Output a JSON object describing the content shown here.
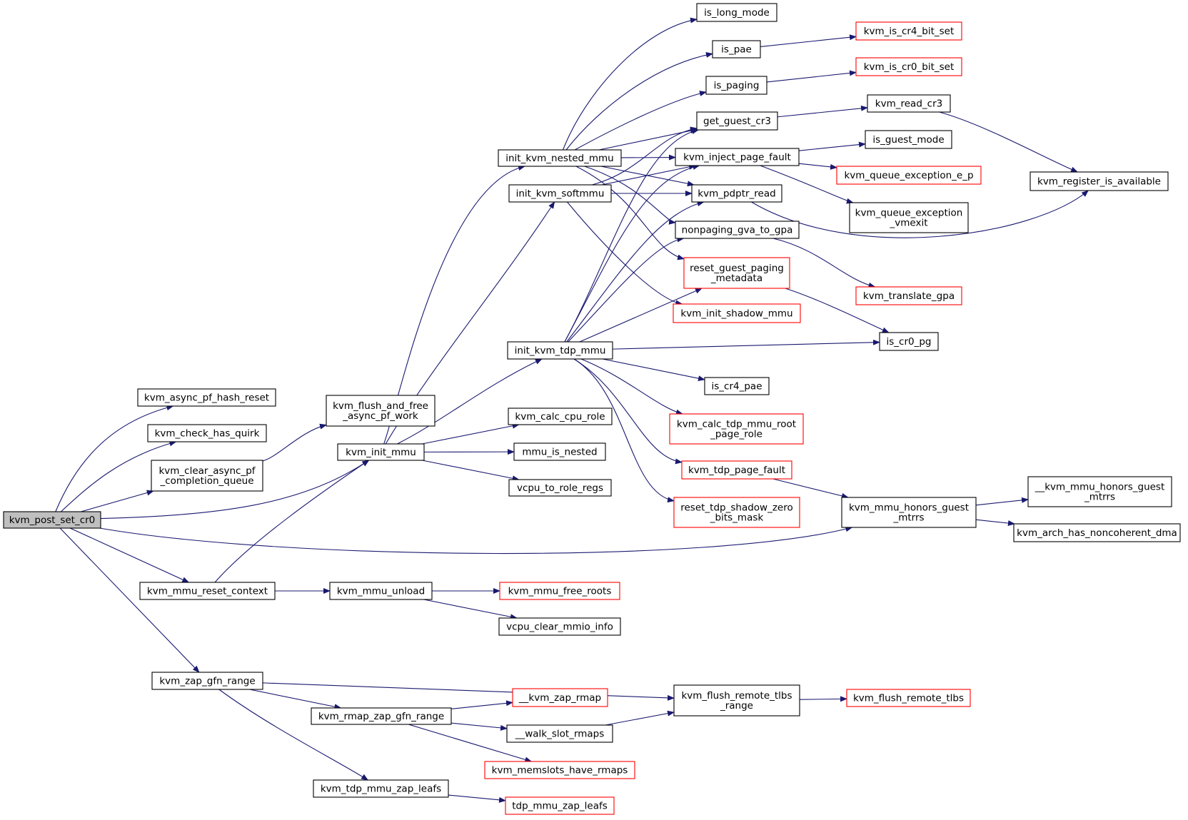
{
  "graph": {
    "root": "kvm_post_set_cr0",
    "nodes": [
      {
        "id": "kvm_post_set_cr0",
        "lines": [
          "kvm_post_set_cr0"
        ],
        "root": true
      },
      {
        "id": "kvm_async_pf_hash_reset",
        "lines": [
          "kvm_async_pf_hash_reset"
        ]
      },
      {
        "id": "kvm_check_has_quirk",
        "lines": [
          "kvm_check_has_quirk"
        ]
      },
      {
        "id": "kvm_clear_async_pf_completion_queue",
        "lines": [
          "kvm_clear_async_pf",
          "_completion_queue"
        ]
      },
      {
        "id": "kvm_flush_and_free_async_pf_work",
        "lines": [
          "kvm_flush_and_free",
          "_async_pf_work"
        ]
      },
      {
        "id": "kvm_init_mmu",
        "lines": [
          "kvm_init_mmu"
        ]
      },
      {
        "id": "kvm_mmu_reset_context",
        "lines": [
          "kvm_mmu_reset_context"
        ]
      },
      {
        "id": "kvm_zap_gfn_range",
        "lines": [
          "kvm_zap_gfn_range"
        ]
      },
      {
        "id": "init_kvm_nested_mmu",
        "lines": [
          "init_kvm_nested_mmu"
        ]
      },
      {
        "id": "init_kvm_softmmu",
        "lines": [
          "init_kvm_softmmu"
        ]
      },
      {
        "id": "init_kvm_tdp_mmu",
        "lines": [
          "init_kvm_tdp_mmu"
        ]
      },
      {
        "id": "kvm_calc_cpu_role",
        "lines": [
          "kvm_calc_cpu_role"
        ]
      },
      {
        "id": "mmu_is_nested",
        "lines": [
          "mmu_is_nested"
        ]
      },
      {
        "id": "vcpu_to_role_regs",
        "lines": [
          "vcpu_to_role_regs"
        ]
      },
      {
        "id": "kvm_mmu_unload",
        "lines": [
          "kvm_mmu_unload"
        ]
      },
      {
        "id": "kvm_mmu_free_roots",
        "lines": [
          "kvm_mmu_free_roots"
        ],
        "truncated": true
      },
      {
        "id": "vcpu_clear_mmio_info",
        "lines": [
          "vcpu_clear_mmio_info"
        ]
      },
      {
        "id": "kvm_rmap_zap_gfn_range",
        "lines": [
          "kvm_rmap_zap_gfn_range"
        ]
      },
      {
        "id": "kvm_tdp_mmu_zap_leafs",
        "lines": [
          "kvm_tdp_mmu_zap_leafs"
        ]
      },
      {
        "id": "__kvm_zap_rmap",
        "lines": [
          "__kvm_zap_rmap"
        ],
        "truncated": true
      },
      {
        "id": "__walk_slot_rmaps",
        "lines": [
          "__walk_slot_rmaps"
        ]
      },
      {
        "id": "kvm_memslots_have_rmaps",
        "lines": [
          "kvm_memslots_have_rmaps"
        ],
        "truncated": true
      },
      {
        "id": "tdp_mmu_zap_leafs",
        "lines": [
          "tdp_mmu_zap_leafs"
        ],
        "truncated": true
      },
      {
        "id": "kvm_flush_remote_tlbs_range",
        "lines": [
          "kvm_flush_remote_tlbs",
          "_range"
        ]
      },
      {
        "id": "kvm_flush_remote_tlbs",
        "lines": [
          "kvm_flush_remote_tlbs"
        ],
        "truncated": true
      },
      {
        "id": "is_long_mode",
        "lines": [
          "is_long_mode"
        ]
      },
      {
        "id": "is_pae",
        "lines": [
          "is_pae"
        ]
      },
      {
        "id": "is_paging",
        "lines": [
          "is_paging"
        ]
      },
      {
        "id": "get_guest_cr3",
        "lines": [
          "get_guest_cr3"
        ]
      },
      {
        "id": "kvm_inject_page_fault",
        "lines": [
          "kvm_inject_page_fault"
        ]
      },
      {
        "id": "kvm_pdptr_read",
        "lines": [
          "kvm_pdptr_read"
        ]
      },
      {
        "id": "nonpaging_gva_to_gpa",
        "lines": [
          "nonpaging_gva_to_gpa"
        ]
      },
      {
        "id": "reset_guest_paging_metadata",
        "lines": [
          "reset_guest_paging",
          "_metadata"
        ],
        "truncated": true
      },
      {
        "id": "kvm_init_shadow_mmu",
        "lines": [
          "kvm_init_shadow_mmu"
        ],
        "truncated": true
      },
      {
        "id": "is_cr4_pae",
        "lines": [
          "is_cr4_pae"
        ]
      },
      {
        "id": "kvm_calc_tdp_mmu_root_page_role",
        "lines": [
          "kvm_calc_tdp_mmu_root",
          "_page_role"
        ],
        "truncated": true
      },
      {
        "id": "kvm_tdp_page_fault",
        "lines": [
          "kvm_tdp_page_fault"
        ],
        "truncated": true
      },
      {
        "id": "reset_tdp_shadow_zero_bits_mask",
        "lines": [
          "reset_tdp_shadow_zero",
          "_bits_mask"
        ],
        "truncated": true
      },
      {
        "id": "kvm_is_cr4_bit_set",
        "lines": [
          "kvm_is_cr4_bit_set"
        ],
        "truncated": true
      },
      {
        "id": "kvm_is_cr0_bit_set",
        "lines": [
          "kvm_is_cr0_bit_set"
        ],
        "truncated": true
      },
      {
        "id": "kvm_read_cr3",
        "lines": [
          "kvm_read_cr3"
        ]
      },
      {
        "id": "is_guest_mode",
        "lines": [
          "is_guest_mode"
        ]
      },
      {
        "id": "kvm_queue_exception_e_p",
        "lines": [
          "kvm_queue_exception_e_p"
        ],
        "truncated": true
      },
      {
        "id": "kvm_queue_exception_vmexit",
        "lines": [
          "kvm_queue_exception",
          "_vmexit"
        ]
      },
      {
        "id": "kvm_translate_gpa",
        "lines": [
          "kvm_translate_gpa"
        ],
        "truncated": true
      },
      {
        "id": "is_cr0_pg",
        "lines": [
          "is_cr0_pg"
        ]
      },
      {
        "id": "kvm_mmu_honors_guest_mtrrs",
        "lines": [
          "kvm_mmu_honors_guest",
          "_mtrrs"
        ]
      },
      {
        "id": "kvm_register_is_available",
        "lines": [
          "kvm_register_is_available"
        ]
      },
      {
        "id": "__kvm_mmu_honors_guest_mtrrs",
        "lines": [
          "__kvm_mmu_honors_guest",
          "_mtrrs"
        ]
      },
      {
        "id": "kvm_arch_has_noncoherent_dma",
        "lines": [
          "kvm_arch_has_noncoherent_dma"
        ]
      }
    ],
    "edges": [
      [
        "kvm_post_set_cr0",
        "kvm_async_pf_hash_reset"
      ],
      [
        "kvm_post_set_cr0",
        "kvm_check_has_quirk"
      ],
      [
        "kvm_post_set_cr0",
        "kvm_clear_async_pf_completion_queue"
      ],
      [
        "kvm_post_set_cr0",
        "kvm_init_mmu"
      ],
      [
        "kvm_post_set_cr0",
        "kvm_mmu_reset_context"
      ],
      [
        "kvm_post_set_cr0",
        "kvm_zap_gfn_range"
      ],
      [
        "kvm_post_set_cr0",
        "kvm_mmu_honors_guest_mtrrs"
      ],
      [
        "kvm_clear_async_pf_completion_queue",
        "kvm_flush_and_free_async_pf_work"
      ],
      [
        "kvm_mmu_reset_context",
        "kvm_init_mmu"
      ],
      [
        "kvm_mmu_reset_context",
        "kvm_mmu_unload"
      ],
      [
        "kvm_init_mmu",
        "init_kvm_nested_mmu"
      ],
      [
        "kvm_init_mmu",
        "init_kvm_softmmu"
      ],
      [
        "kvm_init_mmu",
        "init_kvm_tdp_mmu"
      ],
      [
        "kvm_init_mmu",
        "kvm_calc_cpu_role"
      ],
      [
        "kvm_init_mmu",
        "mmu_is_nested"
      ],
      [
        "kvm_init_mmu",
        "vcpu_to_role_regs"
      ],
      [
        "kvm_mmu_unload",
        "kvm_mmu_free_roots"
      ],
      [
        "kvm_mmu_unload",
        "vcpu_clear_mmio_info"
      ],
      [
        "kvm_zap_gfn_range",
        "kvm_flush_remote_tlbs_range"
      ],
      [
        "kvm_zap_gfn_range",
        "kvm_rmap_zap_gfn_range"
      ],
      [
        "kvm_zap_gfn_range",
        "kvm_tdp_mmu_zap_leafs"
      ],
      [
        "kvm_rmap_zap_gfn_range",
        "__kvm_zap_rmap"
      ],
      [
        "kvm_rmap_zap_gfn_range",
        "__walk_slot_rmaps"
      ],
      [
        "kvm_rmap_zap_gfn_range",
        "kvm_memslots_have_rmaps"
      ],
      [
        "__walk_slot_rmaps",
        "kvm_flush_remote_tlbs_range"
      ],
      [
        "kvm_tdp_mmu_zap_leafs",
        "tdp_mmu_zap_leafs"
      ],
      [
        "kvm_flush_remote_tlbs_range",
        "kvm_flush_remote_tlbs"
      ],
      [
        "init_kvm_nested_mmu",
        "is_long_mode"
      ],
      [
        "init_kvm_nested_mmu",
        "is_pae"
      ],
      [
        "init_kvm_nested_mmu",
        "is_paging"
      ],
      [
        "init_kvm_nested_mmu",
        "get_guest_cr3"
      ],
      [
        "init_kvm_nested_mmu",
        "kvm_inject_page_fault"
      ],
      [
        "init_kvm_nested_mmu",
        "kvm_pdptr_read"
      ],
      [
        "init_kvm_nested_mmu",
        "nonpaging_gva_to_gpa"
      ],
      [
        "init_kvm_nested_mmu",
        "reset_guest_paging_metadata"
      ],
      [
        "init_kvm_softmmu",
        "get_guest_cr3"
      ],
      [
        "init_kvm_softmmu",
        "kvm_inject_page_fault"
      ],
      [
        "init_kvm_softmmu",
        "kvm_pdptr_read"
      ],
      [
        "init_kvm_softmmu",
        "kvm_init_shadow_mmu"
      ],
      [
        "init_kvm_tdp_mmu",
        "get_guest_cr3"
      ],
      [
        "init_kvm_tdp_mmu",
        "kvm_inject_page_fault"
      ],
      [
        "init_kvm_tdp_mmu",
        "kvm_pdptr_read"
      ],
      [
        "init_kvm_tdp_mmu",
        "nonpaging_gva_to_gpa"
      ],
      [
        "init_kvm_tdp_mmu",
        "reset_guest_paging_metadata"
      ],
      [
        "init_kvm_tdp_mmu",
        "is_cr0_pg"
      ],
      [
        "init_kvm_tdp_mmu",
        "is_cr4_pae"
      ],
      [
        "init_kvm_tdp_mmu",
        "kvm_calc_tdp_mmu_root_page_role"
      ],
      [
        "init_kvm_tdp_mmu",
        "kvm_tdp_page_fault"
      ],
      [
        "init_kvm_tdp_mmu",
        "reset_tdp_shadow_zero_bits_mask"
      ],
      [
        "is_pae",
        "kvm_is_cr4_bit_set"
      ],
      [
        "is_paging",
        "kvm_is_cr0_bit_set"
      ],
      [
        "get_guest_cr3",
        "kvm_read_cr3"
      ],
      [
        "kvm_read_cr3",
        "kvm_register_is_available"
      ],
      [
        "kvm_inject_page_fault",
        "is_guest_mode"
      ],
      [
        "kvm_inject_page_fault",
        "kvm_queue_exception_e_p"
      ],
      [
        "kvm_inject_page_fault",
        "kvm_queue_exception_vmexit"
      ],
      [
        "kvm_pdptr_read",
        "kvm_register_is_available"
      ],
      [
        "nonpaging_gva_to_gpa",
        "kvm_translate_gpa"
      ],
      [
        "reset_guest_paging_metadata",
        "is_cr0_pg"
      ],
      [
        "kvm_tdp_page_fault",
        "kvm_mmu_honors_guest_mtrrs"
      ],
      [
        "kvm_mmu_honors_guest_mtrrs",
        "__kvm_mmu_honors_guest_mtrrs"
      ],
      [
        "kvm_mmu_honors_guest_mtrrs",
        "kvm_arch_has_noncoherent_dma"
      ]
    ]
  },
  "colors": {
    "edge": "#191970",
    "node_border": "#000000",
    "truncated_border": "#ff0000",
    "root_fill": "#bfbfbf",
    "background": "#ffffff"
  }
}
